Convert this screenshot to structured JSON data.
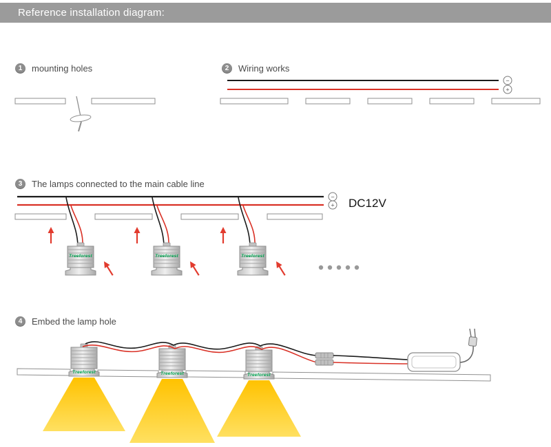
{
  "header": {
    "title": "Reference installation diagram:"
  },
  "steps": [
    {
      "num": "1",
      "label": "mounting holes"
    },
    {
      "num": "2",
      "label": "Wiring works"
    },
    {
      "num": "3",
      "label": "The lamps connected to the main cable line"
    },
    {
      "num": "4",
      "label": "Embed the lamp hole"
    }
  ],
  "wiring": {
    "voltage_label": "DC12V",
    "minus_symbol": "−",
    "plus_symbol": "+"
  },
  "lamp": {
    "brand": "Treeforest"
  },
  "colors": {
    "header_bar": "#9b9b9b",
    "step_badge": "#8d8d8d",
    "ceiling_outline": "#8f8f8f",
    "wire_black": "#1a1a1a",
    "wire_red": "#d93025",
    "beam_yellow": "#ffc200",
    "brand_green": "#00a651"
  }
}
